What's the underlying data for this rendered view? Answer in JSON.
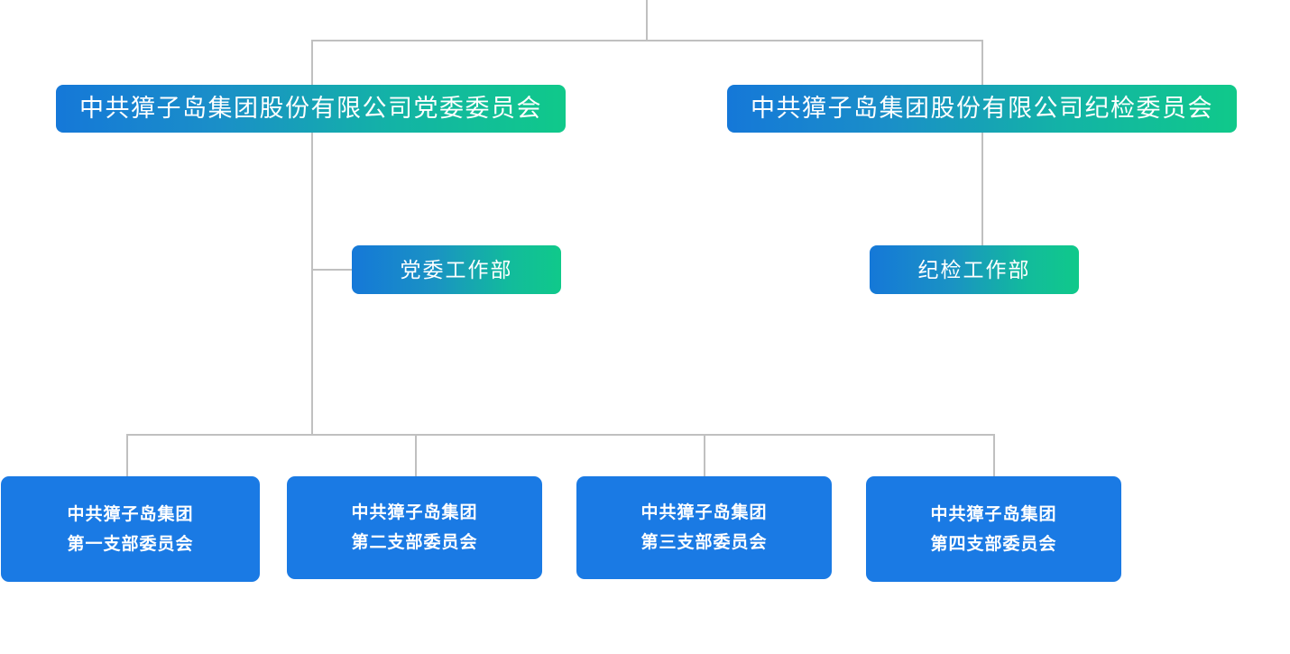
{
  "chart_title": "",
  "theme": {
    "connector_color": "#c0c0c0",
    "gradient_start": "#1578d8",
    "gradient_end": "#10c98a",
    "leaf_color": "#1a7ae4",
    "text_color": "#ffffff",
    "background": "#ffffff"
  },
  "nodes": {
    "party_committee": "中共獐子岛集团股份有限公司党委委员会",
    "discipline_committee": "中共獐子岛集团股份有限公司纪检委员会",
    "party_work_dept": "党委工作部",
    "discipline_work_dept": "纪检工作部",
    "branches": [
      {
        "line1": "中共獐子岛集团",
        "line2": "第一支部委员会"
      },
      {
        "line1": "中共獐子岛集团",
        "line2": "第二支部委员会"
      },
      {
        "line1": "中共獐子岛集团",
        "line2": "第三支部委员会"
      },
      {
        "line1": "中共獐子岛集团",
        "line2": "第四支部委员会"
      }
    ]
  }
}
